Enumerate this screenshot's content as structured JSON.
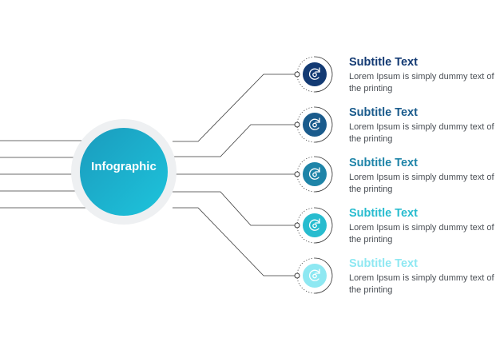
{
  "hub": {
    "label": "Infographic"
  },
  "items": [
    {
      "title": "Subtitle Text",
      "description": "Lorem Ipsum is simply dummy text of the printing",
      "color": "#133a73",
      "icon": "refresh-icon"
    },
    {
      "title": "Subtitle Text",
      "description": "Lorem Ipsum is simply dummy text of the printing",
      "color": "#1a5b8c",
      "icon": "refresh-icon"
    },
    {
      "title": "Subtitle Text",
      "description": "Lorem Ipsum is simply dummy text of the printing",
      "color": "#1e84a8",
      "icon": "refresh-icon"
    },
    {
      "title": "Subtitle Text",
      "description": "Lorem Ipsum is simply dummy text of the printing",
      "color": "#27bccf",
      "icon": "refresh-icon"
    },
    {
      "title": "Subtitle Text",
      "description": "Lorem Ipsum is simply dummy text of the printing",
      "color": "#8ee8f2",
      "icon": "refresh-icon"
    }
  ],
  "colors": {
    "hub_from": "#1a9bbd",
    "hub_to": "#1ec4dc",
    "hub_ring": "#eef0f2",
    "line": "#3a3a3a"
  }
}
